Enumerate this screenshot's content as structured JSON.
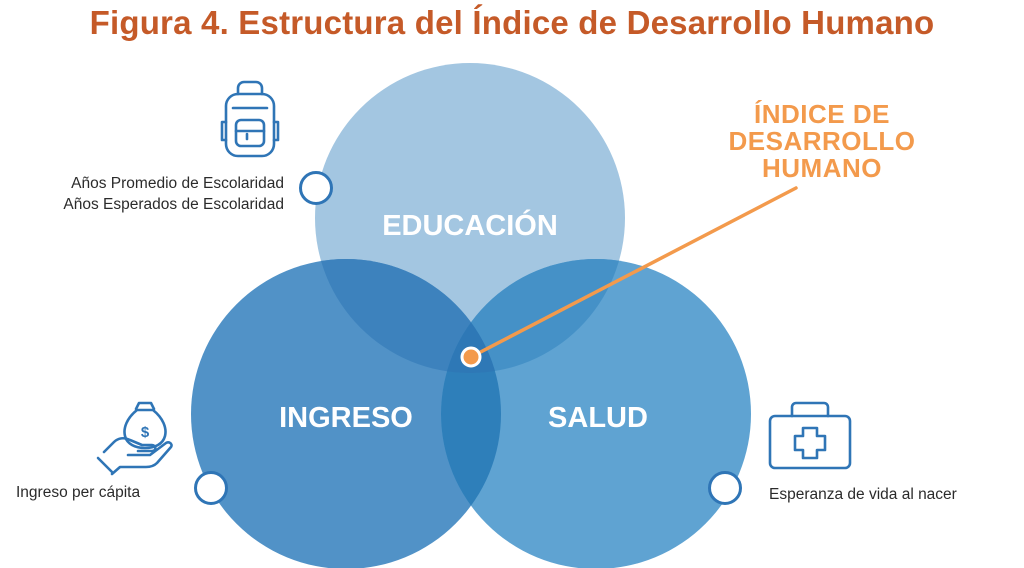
{
  "title": "Figura 4. Estructura del Índice de Desarrollo Humano",
  "center": {
    "lines": [
      "ÍNDICE DE",
      "DESARROLLO",
      "HUMANO"
    ]
  },
  "dimensions": {
    "education": {
      "label": "EDUCACIÓN",
      "icon": "backpack-icon",
      "indicators": [
        "Años Promedio de Escolaridad",
        "Años Esperados de Escolaridad"
      ]
    },
    "income": {
      "label": "INGRESO",
      "icon": "money-bag-hand-icon",
      "indicators": [
        "Ingreso per cápita"
      ]
    },
    "health": {
      "label": "SALUD",
      "icon": "first-aid-kit-icon",
      "indicators": [
        "Esperanza de vida al nacer"
      ]
    }
  },
  "colors": {
    "title": "#c55a28",
    "accent": "#f39a4c",
    "education_circle": "#a3c6e1",
    "income_circle": "#5192c7",
    "health_circle": "#5fa3d2",
    "overlap_edu_income": "#3d82bd",
    "overlap_edu_health": "#4591c7",
    "overlap_income_health": "#2e7fba",
    "overlap_center": "#2e78b6",
    "icon_stroke": "#2f75b6",
    "indicator_text": "#2b2b2b"
  }
}
